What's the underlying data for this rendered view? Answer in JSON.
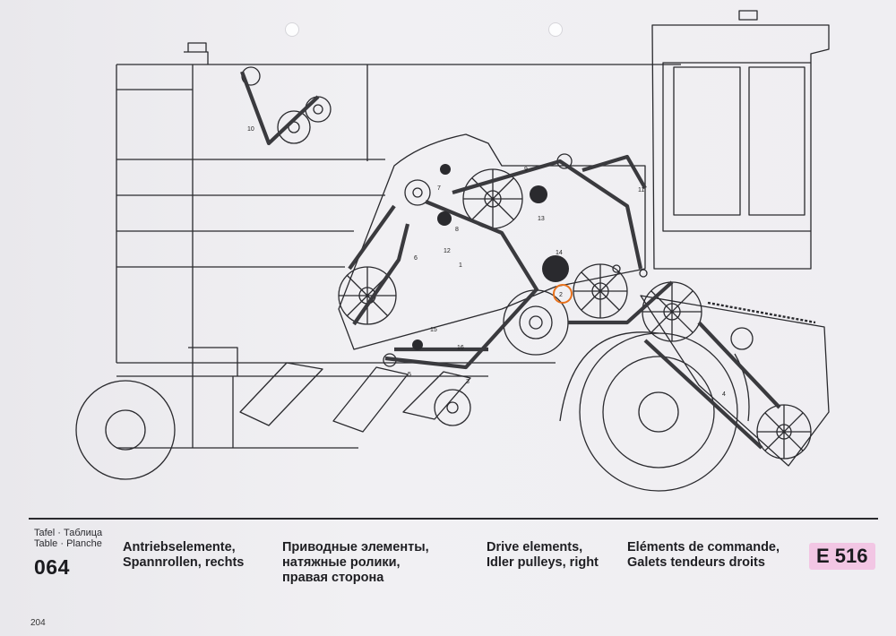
{
  "document": {
    "plate_label_de": "Tafel",
    "plate_label_ru": "Таблица",
    "plate_label_en": "Table",
    "plate_label_fr": "Planche",
    "plate_number": "064",
    "title_de_line1": "Antriebselemente,",
    "title_de_line2": "Spannrollen, rechts",
    "title_ru_line1": "Приводные элементы,",
    "title_ru_line2": "натяжные ролики,",
    "title_ru_line3": "правая сторона",
    "title_en_line1": "Drive elements,",
    "title_en_line2": "Idler pulleys, right",
    "title_fr_line1": "Eléments de commande,",
    "title_fr_line2": "Galets tendeurs droits",
    "model": "E 516",
    "page_number": "204"
  },
  "callouts": [
    "1",
    "2",
    "3",
    "4",
    "5",
    "6",
    "7",
    "8",
    "9",
    "10",
    "11",
    "12",
    "13",
    "14",
    "15",
    "16"
  ],
  "colors": {
    "ink": "#2a2a2e",
    "paper": "#efeef1",
    "highlight_circle": "#e8711c",
    "model_highlight": "#f2c6e4"
  }
}
